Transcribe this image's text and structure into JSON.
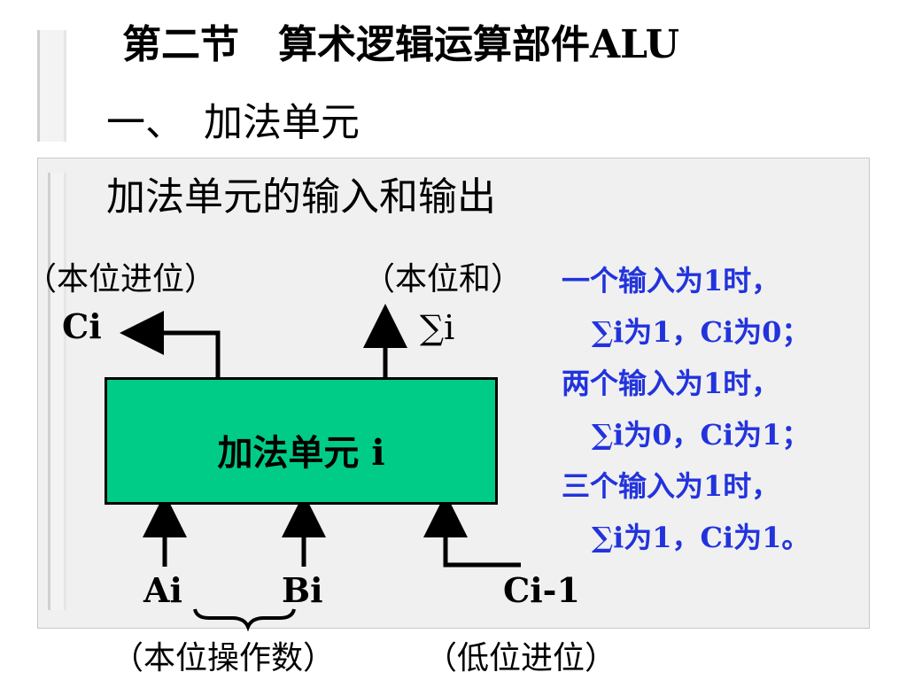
{
  "slide": {
    "title": "第二节　算术逻辑运算部件ALU",
    "subtitle": "一、　加法单元",
    "heading": "加法单元的输入和输出"
  },
  "diagram": {
    "unit_label": "加法单元 i",
    "carry_out_note": "（本位进位）",
    "carry_out_signal": "Ci",
    "sum_note": "（本位和）",
    "sum_signal": "∑i",
    "input_a": "Ai",
    "input_b": "Bi",
    "carry_in": "Ci-1",
    "operands_note": "（本位操作数）",
    "carry_in_note": "（低位进位）"
  },
  "notes": [
    "一个输入为1时，",
    "∑i为1，Ci为0；",
    "两个输入为1时，",
    "∑i为0，Ci为1；",
    "三个输入为1时，",
    "∑i为1，Ci为1。"
  ],
  "colors": {
    "unit_fill": "#00cc88",
    "note_text": "#2233dd"
  }
}
